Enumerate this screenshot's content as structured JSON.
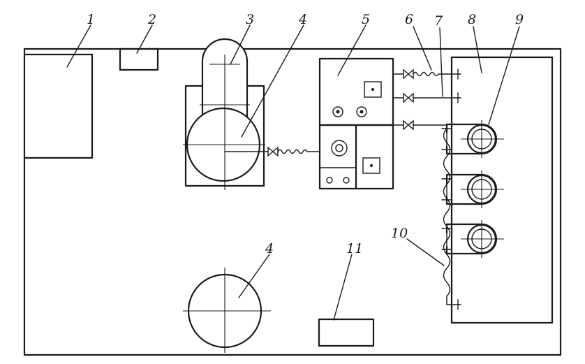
{
  "labels": {
    "l1": "1",
    "l2": "2",
    "l3": "3",
    "l4a": "4",
    "l5": "5",
    "l6": "6",
    "l7": "7",
    "l8": "8",
    "l9": "9",
    "l10": "10",
    "l4b": "4",
    "l11": "11"
  }
}
